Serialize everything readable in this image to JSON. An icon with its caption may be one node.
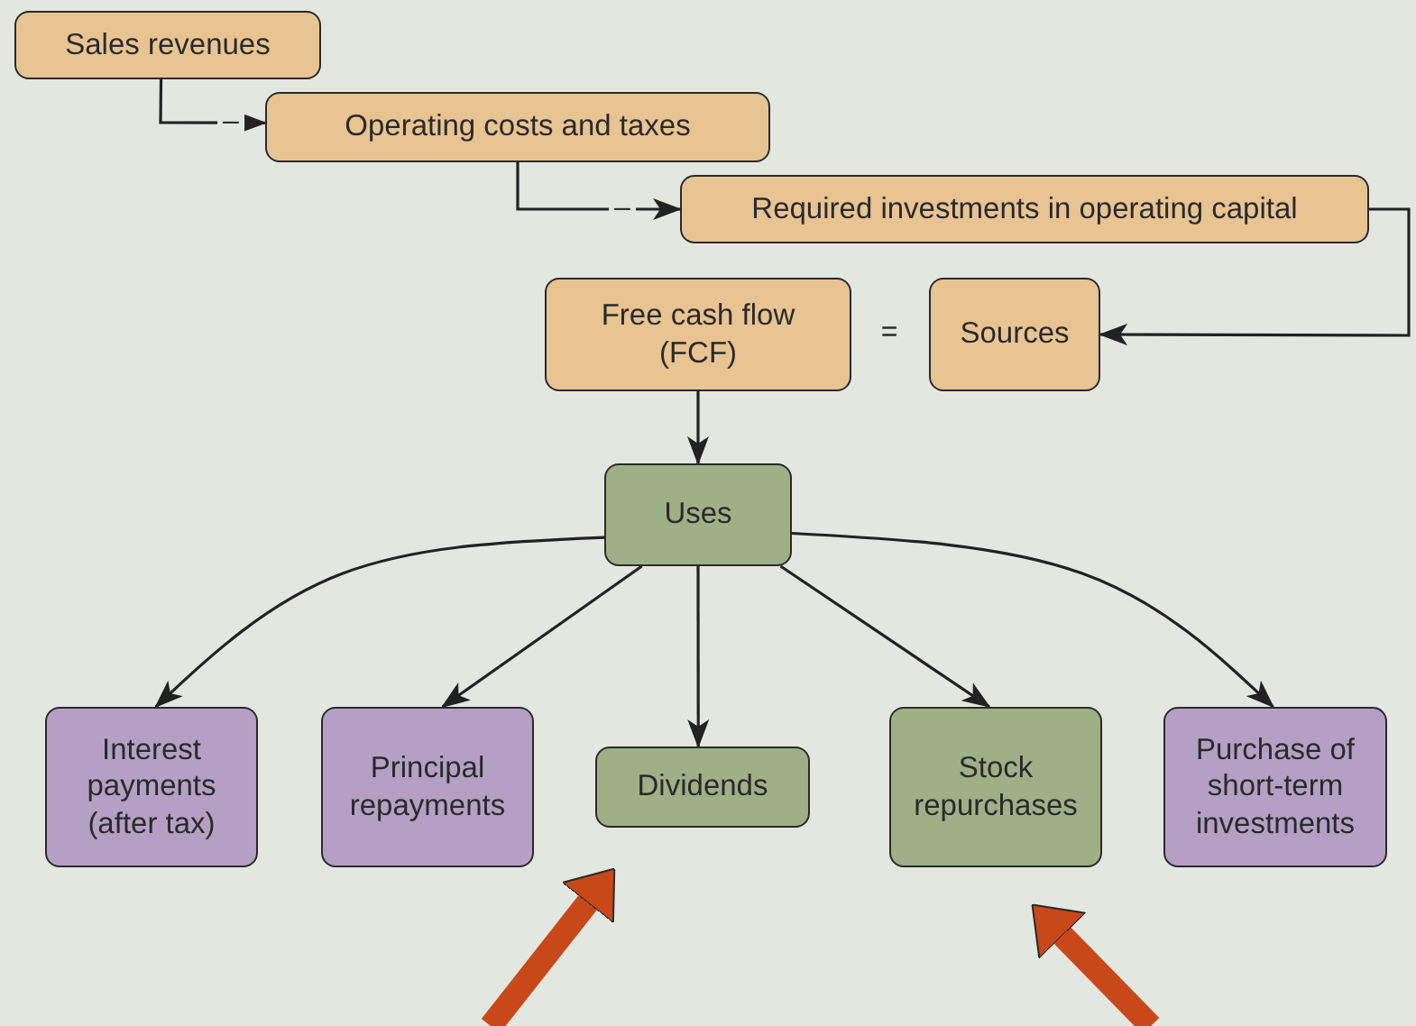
{
  "diagram": {
    "nodes": [
      {
        "text": [
          "Sales revenues"
        ]
      },
      {
        "text": [
          "Operating costs and taxes"
        ]
      },
      {
        "text": [
          "Required investments in operating capital"
        ]
      },
      {
        "text": [
          "Free cash flow (FCF)"
        ]
      },
      {
        "text": [
          "Sources"
        ]
      },
      {
        "text": [
          "Uses"
        ]
      },
      {
        "text": [
          "Interest payments (after tax)"
        ]
      },
      {
        "text": [
          "Principal repayments"
        ]
      },
      {
        "text": [
          "Dividends"
        ]
      },
      {
        "text": [
          "Stock repurchases"
        ]
      },
      {
        "text": [
          "Purchase of short-term investments"
        ]
      }
    ],
    "edges": [
      {
        "from": 0,
        "to": 1,
        "arrow": "to"
      },
      {
        "from": 1,
        "to": 2,
        "arrow": "to"
      },
      {
        "from": 2,
        "to": 4,
        "arrow": "to"
      },
      {
        "from": 3,
        "to": 5,
        "arrow": "to"
      },
      {
        "from": 5,
        "to": 6,
        "arrow": "to"
      },
      {
        "from": 5,
        "to": 7,
        "arrow": "to"
      },
      {
        "from": 5,
        "to": 8,
        "arrow": "to"
      },
      {
        "from": 5,
        "to": 9,
        "arrow": "to"
      },
      {
        "from": 5,
        "to": 10,
        "arrow": "to"
      },
      {
        "from": null,
        "to": 8,
        "arrow": "to",
        "style": "thick",
        "color": "#c8481a"
      },
      {
        "from": null,
        "to": 9,
        "arrow": "to",
        "style": "thick",
        "color": "#c8481a"
      }
    ],
    "labels": [
      "–",
      "–",
      "="
    ]
  }
}
